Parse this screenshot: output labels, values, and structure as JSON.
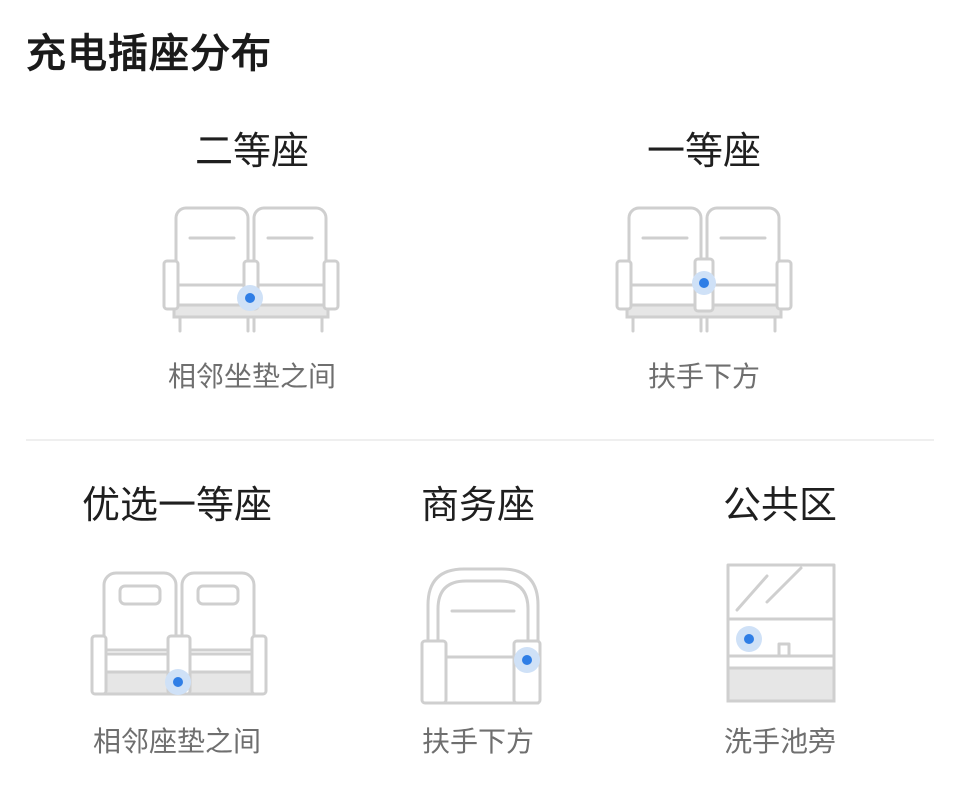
{
  "page": {
    "title": "充电插座分布"
  },
  "sections": [
    {
      "title": "二等座",
      "caption": "相邻坐垫之间",
      "icon": "double-seat-icon"
    },
    {
      "title": "一等座",
      "caption": "扶手下方",
      "icon": "double-seat-icon"
    },
    {
      "title": "优选一等座",
      "caption": "相邻座垫之间",
      "icon": "premium-double-seat-icon"
    },
    {
      "title": "商务座",
      "caption": "扶手下方",
      "icon": "business-seat-icon"
    },
    {
      "title": "公共区",
      "caption": "洗手池旁",
      "icon": "washbasin-icon"
    }
  ],
  "colors": {
    "accent": "#2f7ee6",
    "outline": "#cfcfcf",
    "caption": "#6f6f6f"
  }
}
